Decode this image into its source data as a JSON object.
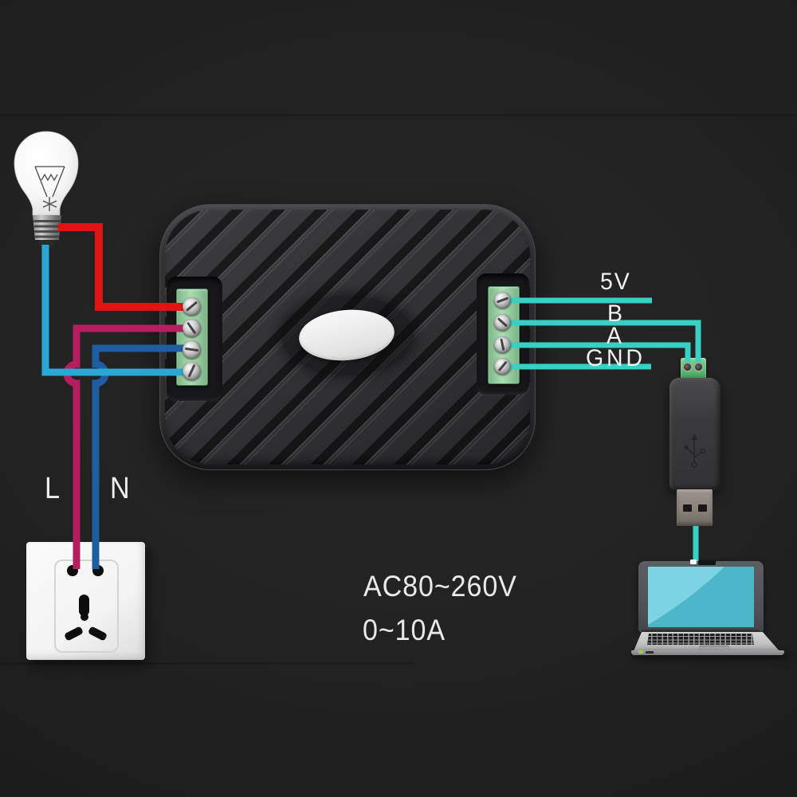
{
  "background_color": "#212121",
  "labels": {
    "rs485": [
      "5V",
      "B",
      "A",
      "GND"
    ],
    "mains": {
      "live": "L",
      "neutral": "N"
    },
    "specs": {
      "voltage": "AC80~260V",
      "current": "0~10A"
    }
  },
  "colors": {
    "wire_red": "#e11313",
    "wire_magenta": "#b41e5f",
    "wire_blue": "#1f5da3",
    "wire_cyan": "#29a8d6",
    "wire_teal": "#38d0c4",
    "terminal_green": "#8fcd9a",
    "module_body": "#323235",
    "laptop_screen_light": "#7cd4e3",
    "laptop_screen_dark": "#4eb6c9",
    "label_text": "#f2f2f2"
  },
  "components": [
    "light-bulb",
    "power-meter-module",
    "left-terminal-block",
    "right-terminal-block",
    "power-socket",
    "usb-rs485-adapter",
    "laptop"
  ]
}
